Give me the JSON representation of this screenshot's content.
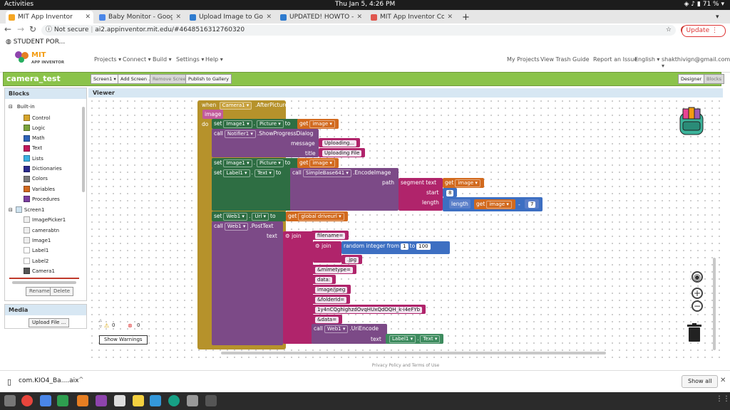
{
  "os": {
    "activities": "Activities",
    "clock": "Thu Jan  5,  4:26 PM",
    "battery": "71 %"
  },
  "tabs": [
    {
      "title": "MIT App Inventor",
      "color": "#f5a623"
    },
    {
      "title": "Baby Monitor - Google D",
      "color": "#4a86e8"
    },
    {
      "title": "Upload Image to Google",
      "color": "#2e7bcf"
    },
    {
      "title": "UPDATED! HOWTO - Uplo",
      "color": "#2e7bcf"
    },
    {
      "title": "MIT App Inventor Commu",
      "color": "#e0574f"
    }
  ],
  "address": {
    "security": "Not secure",
    "url": "ai2.appinventor.mit.edu/#4648516312760320",
    "update": "Update"
  },
  "bookmarks": {
    "item": "STUDENT POR..."
  },
  "ai_header": {
    "logo_top": "MIT",
    "logo_bottom": "APP INVENTOR",
    "menus": [
      "Projects ▾",
      "Connect ▾",
      "Build ▾",
      "Settings ▾",
      "Help ▾"
    ],
    "right": [
      "My Projects",
      "View Trash",
      "Guide",
      "Report an Issue",
      "English ▾",
      "shakthivign@gmail.com ▾"
    ]
  },
  "project": {
    "name": "camera_test",
    "screen_btn": "Screen1 ▾",
    "add_screen": "Add Screen ...",
    "remove_screen": "Remove Screen",
    "publish": "Publish to Gallery",
    "designer": "Designer",
    "blocks": "Blocks"
  },
  "blocks_panel": {
    "title": "Blocks",
    "builtin": "Built-in",
    "builtin_items": [
      {
        "label": "Control",
        "color": "#d6a52b"
      },
      {
        "label": "Logic",
        "color": "#7aa33b"
      },
      {
        "label": "Math",
        "color": "#2d63b8"
      },
      {
        "label": "Text",
        "color": "#c2185b"
      },
      {
        "label": "Lists",
        "color": "#3ab1e3"
      },
      {
        "label": "Dictionaries",
        "color": "#2a2a8e"
      },
      {
        "label": "Colors",
        "color": "#7b7b7b"
      },
      {
        "label": "Variables",
        "color": "#d2691e"
      },
      {
        "label": "Procedures",
        "color": "#7b3fa0"
      }
    ],
    "screen": "Screen1",
    "components": [
      "ImagePicker1",
      "camerabtn",
      "Image1",
      "Label1",
      "Label2",
      "Camera1"
    ],
    "rename": "Rename",
    "delete": "Delete"
  },
  "media": {
    "title": "Media",
    "upload": "Upload File ..."
  },
  "viewer": {
    "title": "Viewer"
  },
  "code": {
    "when": "when",
    "camera": "Camera1 ▾",
    "after_picture": ".AfterPicture",
    "image_param": "image",
    "do": "do",
    "set": "set",
    "to": "to",
    "get": "get",
    "call": "call",
    "image1": "Image1 ▾",
    "picture": "Picture ▾",
    "get_image": "image ▾",
    "notifier": "Notifier1 ▾",
    "show_progress": ".ShowProgressDialog",
    "message": "message",
    "uploading": "Uploading...",
    "title": "title",
    "uploading_file": "Uploading File",
    "label1": "Label1 ▾",
    "text_prop": "Text ▾",
    "simplebase": "SimpleBase641 ▾",
    "encode_image": ".EncodeImage",
    "path": "path",
    "segment": "segment  text",
    "start": "start",
    "start_val": "8",
    "length": "length",
    "length_fn": "length",
    "minus": "-",
    "seven": "7",
    "web1": "Web1 ▾",
    "url_prop": "Url ▾",
    "global_driveurl": "global driveurl ▾",
    "post_text": ".PostText",
    "text": "text",
    "join": "join",
    "filename": "filename=",
    "random": "random integer from",
    "r_from": "1",
    "r_to": "100",
    "jpg": ".jpg",
    "mimetype": "&mimetype=",
    "data_colon": "data:",
    "image_jpeg": "image/jpeg",
    "folderid": "&folderId=",
    "folder_id": "1y4nCQghighzdOvqHUxQdOQH_k-i4eFYb",
    "data_eq": "&data=",
    "uriencode": ".UriEncode",
    "label1_text": "Text ▾"
  },
  "warnings": {
    "warn_count": "0",
    "err_count": "0",
    "show": "Show Warnings"
  },
  "footer": "Privacy Policy and Terms of Use",
  "download": {
    "file": "com.KIO4_Ba....aix",
    "show_all": "Show all"
  }
}
